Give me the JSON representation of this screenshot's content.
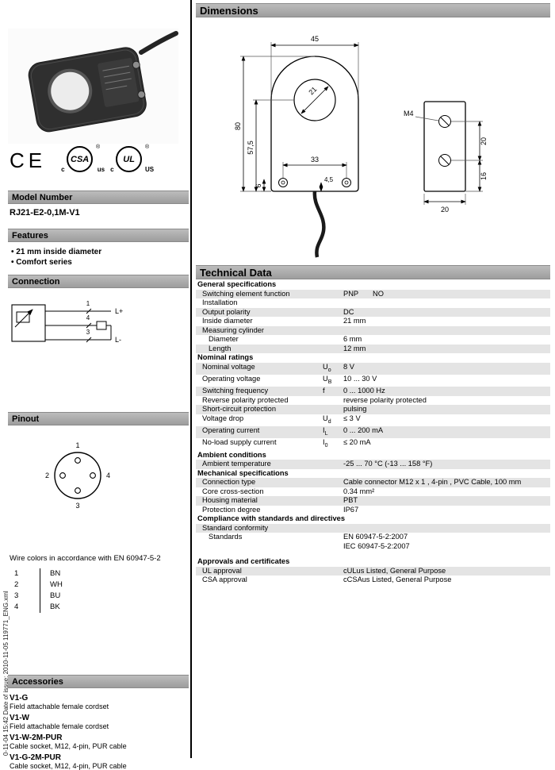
{
  "page": {
    "side_text": "0-11-04 15:42      Date of issue: 2010-11-05      119771_ENG.xml"
  },
  "left": {
    "logos": {
      "ce": "CE",
      "csa": "CSA",
      "csa_c": "c",
      "csa_us": "us",
      "csa_r": "®",
      "ul": "UL",
      "ul_c": "c",
      "ul_us": "US",
      "ul_r": "®"
    },
    "model_number": {
      "title": "Model Number",
      "value": "RJ21-E2-0,1M-V1"
    },
    "features": {
      "title": "Features",
      "items": [
        "21 mm inside diameter",
        "Comfort series"
      ]
    },
    "connection": {
      "title": "Connection",
      "pin1": "1",
      "pin4": "4",
      "pin3": "3",
      "plus": "L+",
      "minus": "L-"
    },
    "pinout": {
      "title": "Pinout",
      "pin1": "1",
      "pin2": "2",
      "pin3": "3",
      "pin4": "4"
    },
    "wire_colors": {
      "note": "Wire colors in accordance with EN 60947-5-2",
      "rows": [
        {
          "pin": "1",
          "color": "BN"
        },
        {
          "pin": "2",
          "color": "WH"
        },
        {
          "pin": "3",
          "color": "BU"
        },
        {
          "pin": "4",
          "color": "BK"
        }
      ]
    },
    "accessories": {
      "title": "Accessories",
      "items": [
        {
          "name": "V1-G",
          "desc": "Field attachable female cordset"
        },
        {
          "name": "V1-W",
          "desc": "Field attachable female cordset"
        },
        {
          "name": "V1-W-2M-PUR",
          "desc": "Cable socket, M12, 4-pin, PUR cable"
        },
        {
          "name": "V1-G-2M-PUR",
          "desc": "Cable socket, M12, 4-pin, PUR cable"
        }
      ]
    }
  },
  "dimensions": {
    "title": "Dimensions",
    "labels": {
      "width": "45",
      "height": "80",
      "hole_center": "57,5",
      "screw_span": "33",
      "screw_offset": "4,5",
      "edge_offset": "6",
      "inner_dia": "21",
      "thread": "M4",
      "side_span": "20",
      "side_lower": "16",
      "depth": "20"
    }
  },
  "technical_data": {
    "title": "Technical Data",
    "rows": [
      {
        "type": "section",
        "label": "General specifications"
      },
      {
        "type": "data",
        "label": "Switching element function",
        "value": "PNP",
        "value2": "NO"
      },
      {
        "type": "data",
        "label": "Installation",
        "value": ""
      },
      {
        "type": "data",
        "label": "Output polarity",
        "value": "DC"
      },
      {
        "type": "data",
        "label": "Inside diameter",
        "value": "21 mm"
      },
      {
        "type": "data",
        "label": "Measuring cylinder",
        "value": ""
      },
      {
        "type": "data",
        "label": "Diameter",
        "indent": 1,
        "value": "6 mm"
      },
      {
        "type": "data",
        "label": "Length",
        "indent": 1,
        "value": "12 mm"
      },
      {
        "type": "section",
        "label": "Nominal ratings"
      },
      {
        "type": "data",
        "label": "Nominal voltage",
        "sym": "U",
        "sub": "o",
        "value": "8 V"
      },
      {
        "type": "data",
        "label": "Operating voltage",
        "sym": "U",
        "sub": "B",
        "value": "10 ... 30 V"
      },
      {
        "type": "data",
        "label": "Switching frequency",
        "sym": "f",
        "sub": "",
        "value": "0 ... 1000 Hz"
      },
      {
        "type": "data",
        "label": "Reverse polarity protected",
        "value": "reverse polarity protected"
      },
      {
        "type": "data",
        "label": "Short-circuit protection",
        "value": "pulsing"
      },
      {
        "type": "data",
        "label": "Voltage drop",
        "sym": "U",
        "sub": "d",
        "value": "≤ 3 V"
      },
      {
        "type": "data",
        "label": "Operating current",
        "sym": "I",
        "sub": "L",
        "value": "0 ... 200 mA"
      },
      {
        "type": "data",
        "label": "No-load supply current",
        "sym": "I",
        "sub": "0",
        "value": "≤ 20 mA"
      },
      {
        "type": "section",
        "label": "Ambient conditions"
      },
      {
        "type": "data",
        "label": "Ambient temperature",
        "value": "-25 ... 70 °C (-13 ... 158 °F)"
      },
      {
        "type": "section",
        "label": "Mechanical specifications"
      },
      {
        "type": "data",
        "label": "Connection type",
        "value": "Cable connector M12 x 1 , 4-pin , PVC Cable, 100 mm"
      },
      {
        "type": "data",
        "label": "Core cross-section",
        "value": "0.34 mm²"
      },
      {
        "type": "data",
        "label": "Housing material",
        "value": "PBT"
      },
      {
        "type": "data",
        "label": "Protection degree",
        "value": "IP67"
      },
      {
        "type": "section",
        "label": "Compliance with standards and directives"
      },
      {
        "type": "data",
        "label": "Standard conformity",
        "value": ""
      },
      {
        "type": "data",
        "label": "Standards",
        "indent": 1,
        "value": "EN 60947-5-2:2007\nIEC 60947-5-2:2007"
      },
      {
        "type": "gap"
      },
      {
        "type": "section",
        "label": "Approvals and certificates"
      },
      {
        "type": "data",
        "label": "UL approval",
        "value": "cULus Listed, General Purpose"
      },
      {
        "type": "data",
        "label": "CSA approval",
        "value": "cCSAus Listed, General Purpose"
      }
    ]
  }
}
